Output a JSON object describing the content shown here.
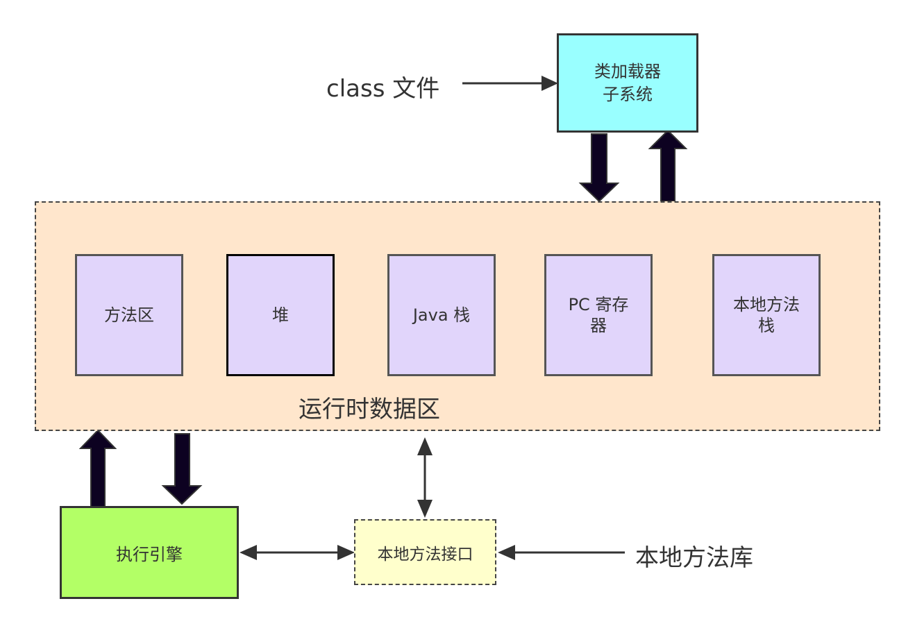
{
  "labels": {
    "class_file": "class 文件",
    "class_loader": "类加载器\n子系统",
    "runtime_area": "运行时数据区",
    "method_area": "方法区",
    "heap": "堆",
    "java_stack": "Java 栈",
    "pc_register": "PC 寄存\n器",
    "native_method_stack": "本地方法\n栈",
    "execution_engine": "执行引擎",
    "native_interface": "本地方法接口",
    "native_library": "本地方法库"
  },
  "colors": {
    "class_loader_fill": "#99ffff",
    "runtime_area_fill": "#ffe6cc",
    "region_fill": "#e1d5fb",
    "execution_engine_fill": "#b3ff66",
    "native_interface_fill": "#ffffcc",
    "thick_arrow": "#0d0221",
    "thin_arrow": "#333333"
  }
}
